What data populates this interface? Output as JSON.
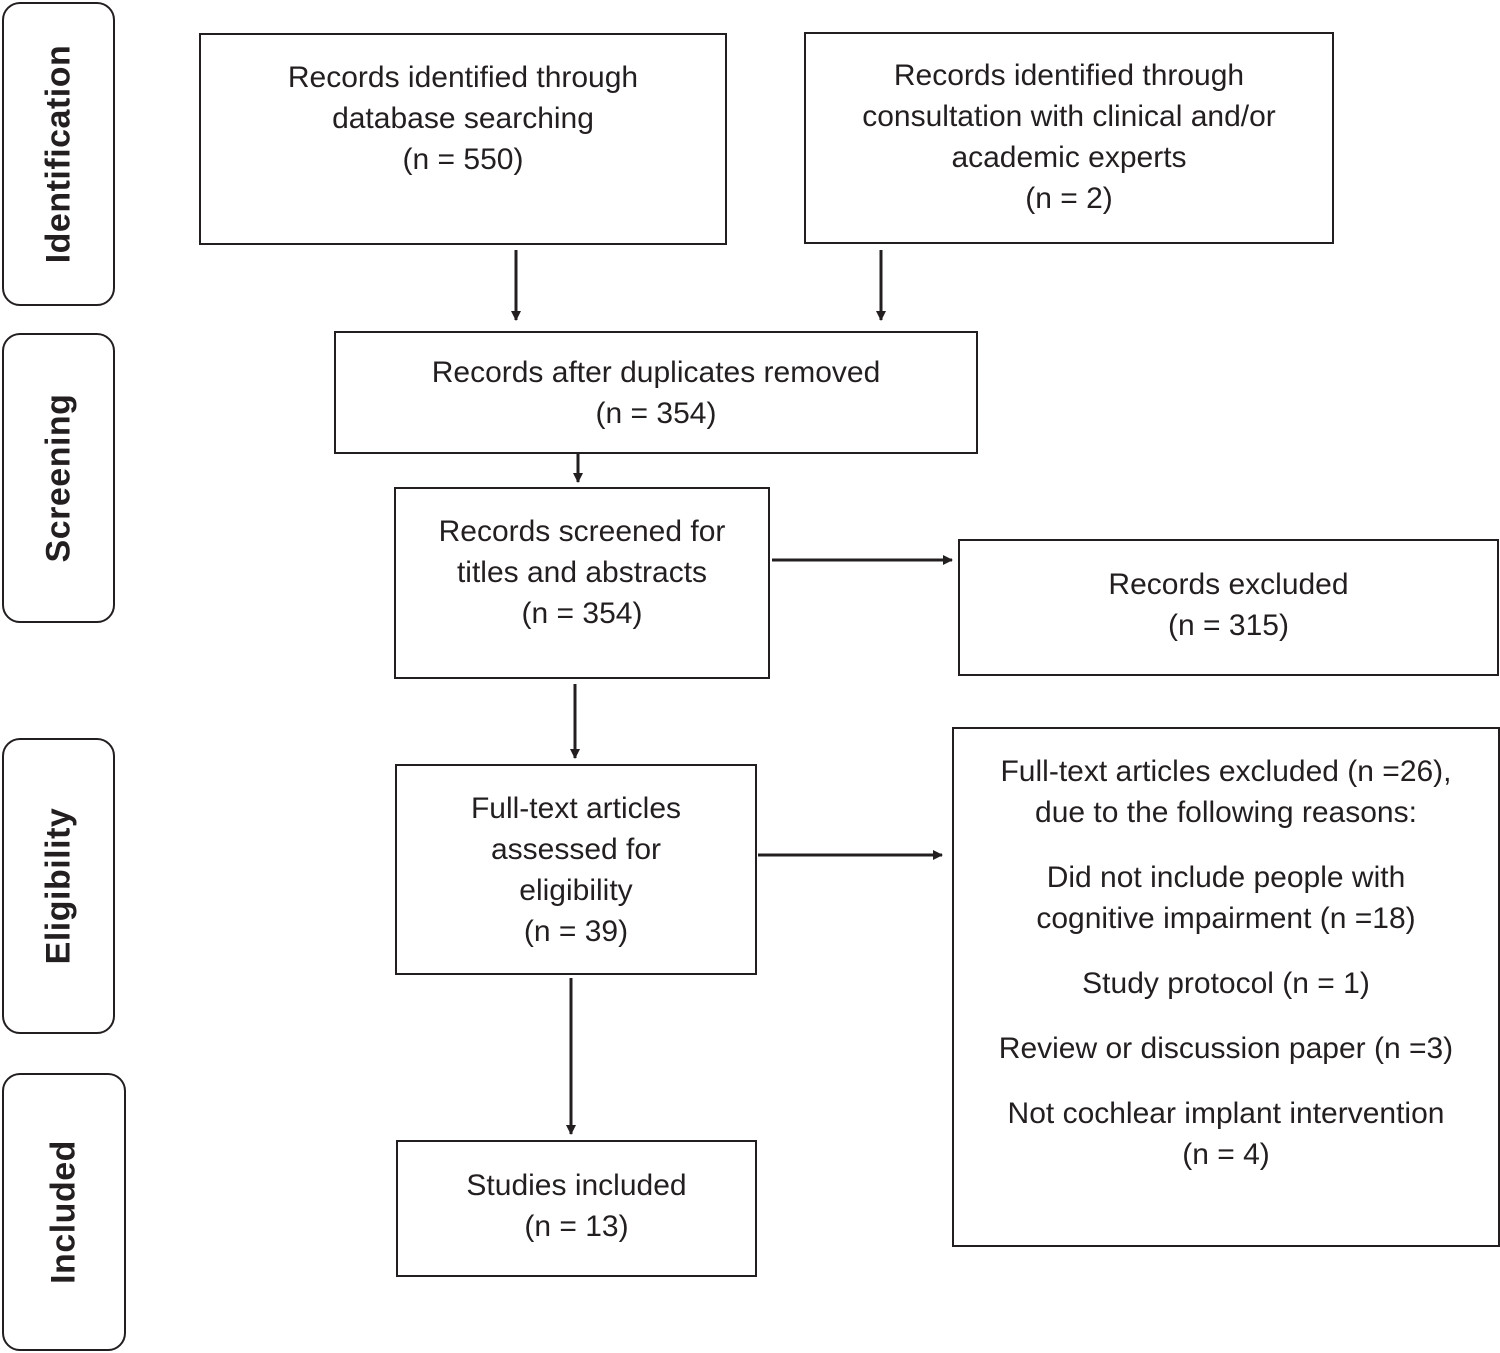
{
  "stages": {
    "identification": "Identification",
    "screening": "Screening",
    "eligibility": "Eligibility",
    "included": "Included"
  },
  "boxes": {
    "database_search": {
      "lines": [
        "Records identified through",
        "database searching",
        "(n = 550)"
      ]
    },
    "expert_consultation": {
      "lines": [
        "Records identified through",
        "consultation with clinical and/or",
        "academic experts",
        "(n = 2)"
      ]
    },
    "duplicates_removed": {
      "lines": [
        "Records after duplicates removed",
        "(n = 354)"
      ]
    },
    "screened": {
      "lines": [
        "Records screened for",
        "titles and abstracts",
        "(n = 354)"
      ]
    },
    "records_excluded": {
      "lines": [
        "Records excluded",
        "(n = 315)"
      ]
    },
    "full_text_assessed": {
      "lines": [
        "Full-text articles",
        "assessed for",
        "eligibility",
        "(n = 39)"
      ]
    },
    "full_text_excluded": {
      "heading": [
        "Full-text articles excluded (n =26),",
        "due to the following reasons:"
      ],
      "reasons": [
        [
          "Did not include people with",
          "cognitive impairment (n =18)"
        ],
        [
          "Study protocol (n = 1)"
        ],
        [
          "Review or discussion paper (n =3)"
        ],
        [
          "Not cochlear implant intervention",
          "(n = 4)"
        ]
      ]
    },
    "studies_included": {
      "lines": [
        "Studies included",
        "(n = 13)"
      ]
    }
  }
}
